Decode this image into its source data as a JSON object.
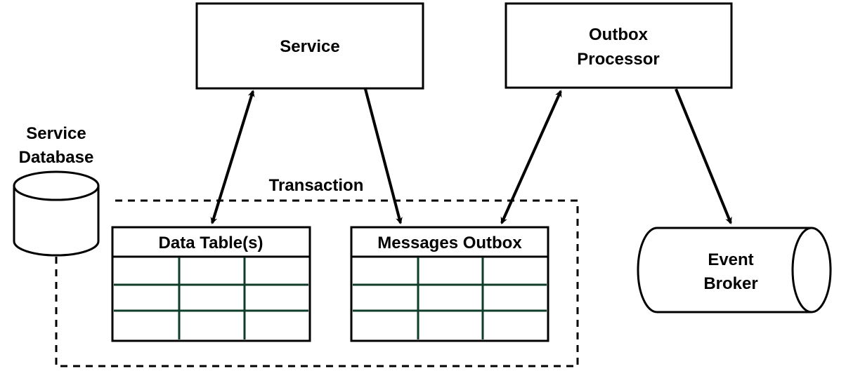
{
  "nodes": {
    "service": {
      "label": "Service"
    },
    "outbox_processor": {
      "line1": "Outbox",
      "line2": "Processor"
    },
    "service_database": {
      "line1": "Service",
      "line2": "Database"
    },
    "transaction": {
      "label": "Transaction"
    },
    "data_tables": {
      "label": "Data Table(s)"
    },
    "messages_outbox": {
      "label": "Messages Outbox"
    },
    "event_broker": {
      "line1": "Event",
      "line2": "Broker"
    }
  },
  "colors": {
    "stroke": "#000000",
    "grid": "#0f3d2a",
    "background": "#ffffff"
  }
}
